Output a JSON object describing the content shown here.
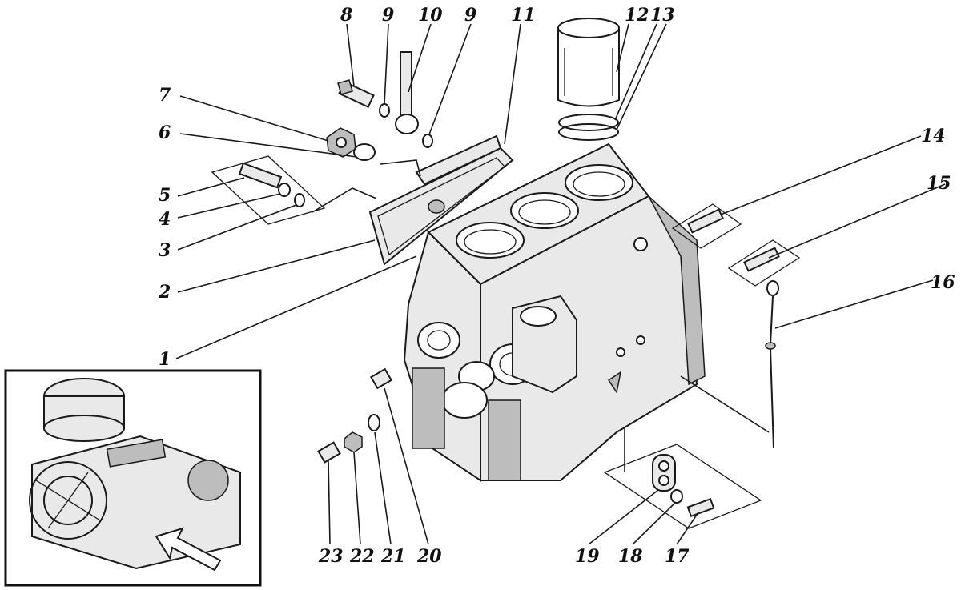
{
  "callouts": [
    {
      "id": "8",
      "label": "8"
    },
    {
      "id": "9a",
      "label": "9"
    },
    {
      "id": "10",
      "label": "10"
    },
    {
      "id": "9b",
      "label": "9"
    },
    {
      "id": "11",
      "label": "11"
    },
    {
      "id": "12",
      "label": "12"
    },
    {
      "id": "13",
      "label": "13"
    },
    {
      "id": "7",
      "label": "7"
    },
    {
      "id": "6",
      "label": "6"
    },
    {
      "id": "5",
      "label": "5"
    },
    {
      "id": "4",
      "label": "4"
    },
    {
      "id": "3",
      "label": "3"
    },
    {
      "id": "2",
      "label": "2"
    },
    {
      "id": "1",
      "label": "1"
    },
    {
      "id": "14",
      "label": "14"
    },
    {
      "id": "15",
      "label": "15"
    },
    {
      "id": "16",
      "label": "16"
    },
    {
      "id": "23",
      "label": "23"
    },
    {
      "id": "22",
      "label": "22"
    },
    {
      "id": "21",
      "label": "21"
    },
    {
      "id": "20",
      "label": "20"
    },
    {
      "id": "19",
      "label": "19"
    },
    {
      "id": "18",
      "label": "18"
    },
    {
      "id": "17",
      "label": "17"
    }
  ]
}
